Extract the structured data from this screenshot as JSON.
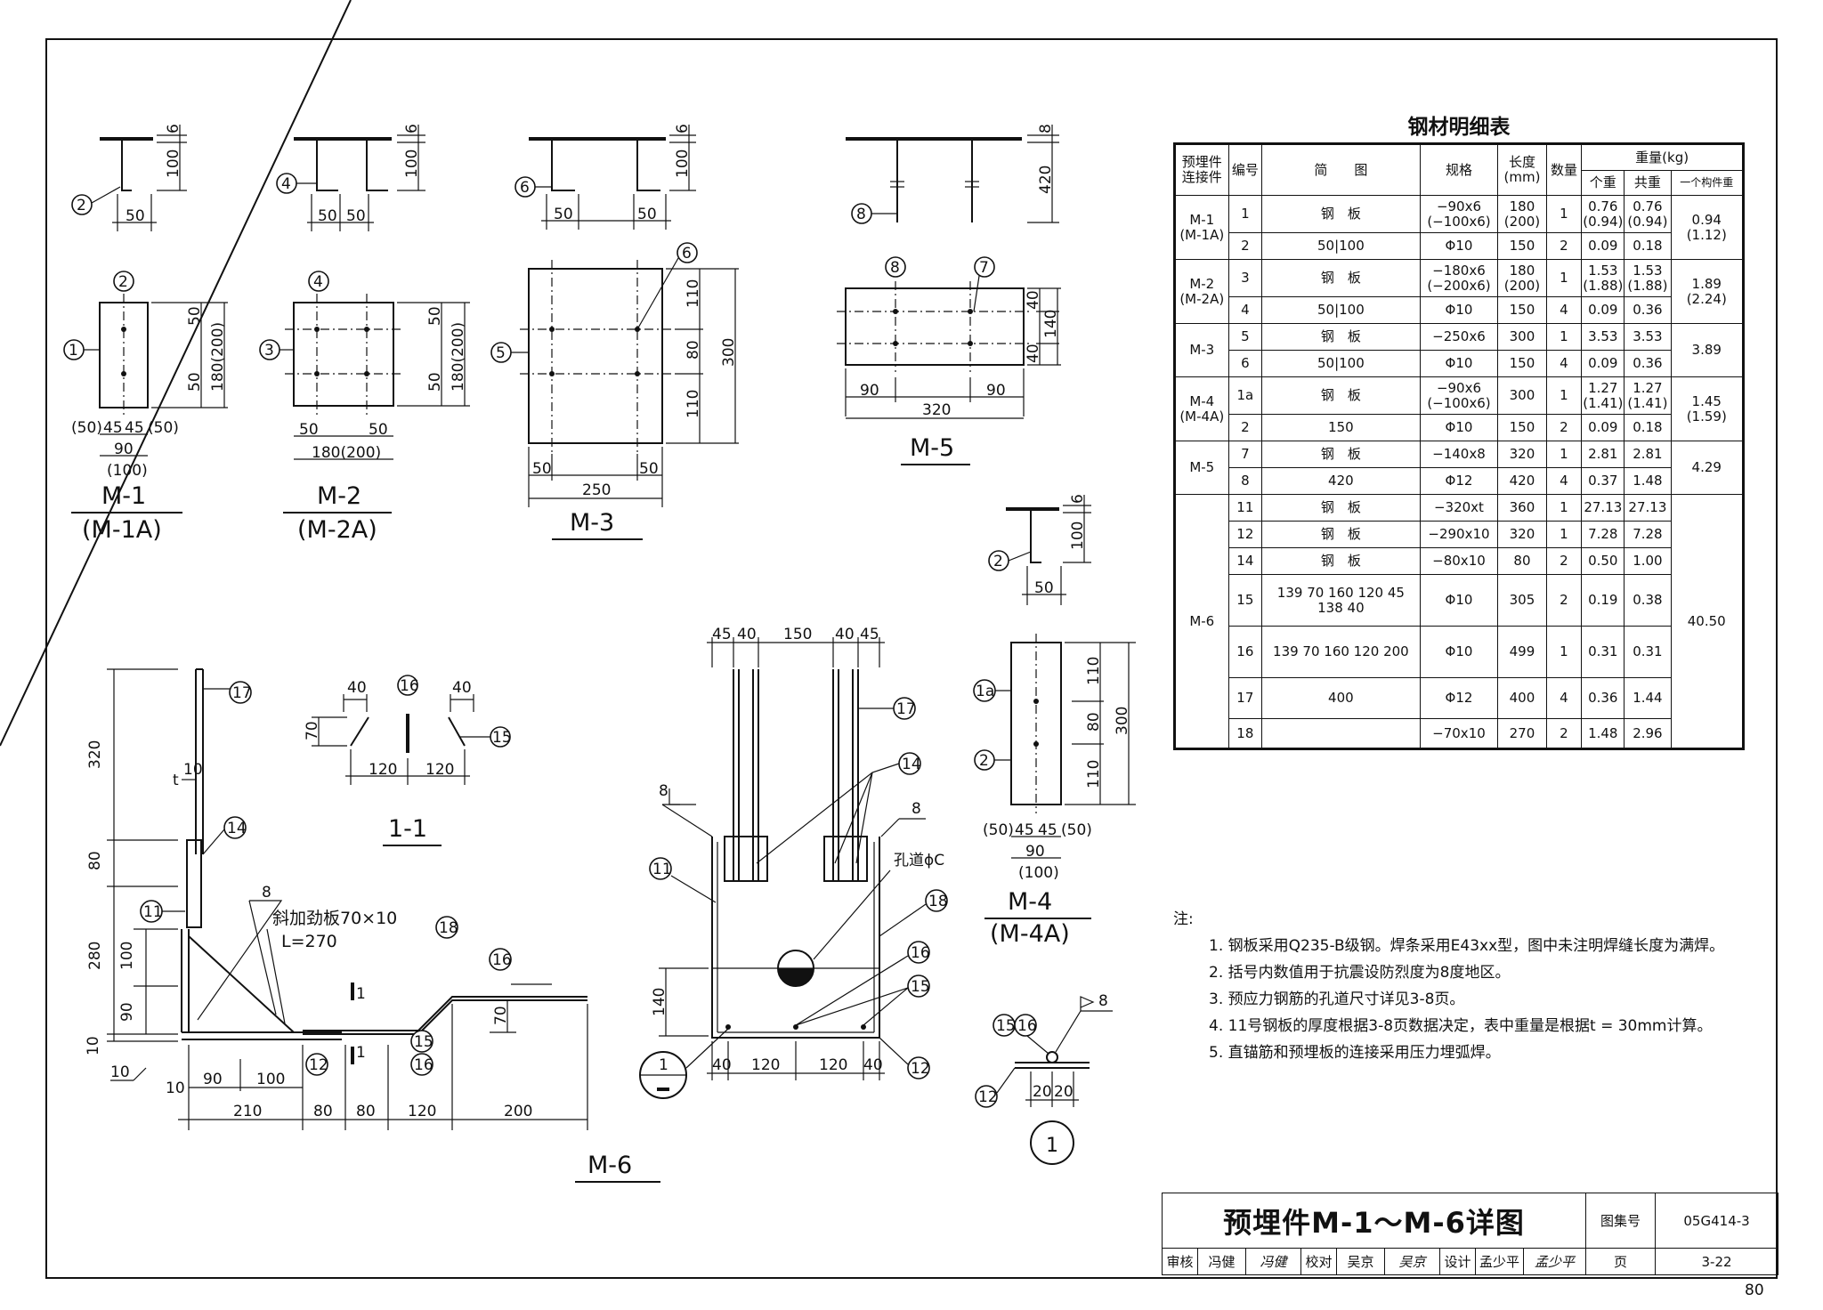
{
  "drawings": {
    "m1": {
      "name": "M-1",
      "alt": "(M-1A)",
      "dims": [
        "6",
        "100",
        "50",
        "50",
        "50",
        "180(200)",
        "(50)",
        "45",
        "45",
        "(50)",
        "90",
        "(100)"
      ]
    },
    "m2": {
      "name": "M-2",
      "alt": "(M-2A)",
      "dims": [
        "6",
        "100",
        "50",
        "50",
        "50",
        "50",
        "180(200)",
        "50",
        "50",
        "180(200)"
      ]
    },
    "m3": {
      "name": "M-3",
      "dims": [
        "6",
        "100",
        "50",
        "50",
        "110",
        "80",
        "110",
        "300",
        "50",
        "50",
        "250"
      ]
    },
    "m4": {
      "name": "M-4",
      "alt": "(M-4A)",
      "dims": [
        "6",
        "100",
        "50",
        "110",
        "80",
        "110",
        "300",
        "(50)",
        "45",
        "45",
        "(50)",
        "90",
        "(100)"
      ]
    },
    "m5": {
      "name": "M-5",
      "dims": [
        "8",
        "420",
        "40",
        "40",
        "140",
        "90",
        "90",
        "320"
      ]
    },
    "m6": {
      "name": "M-6",
      "dims": [
        "320",
        "80",
        "280",
        "100",
        "90",
        "10",
        "10",
        "10",
        "t",
        "8",
        "90",
        "100",
        "210",
        "80",
        "80",
        "120",
        "200",
        "70",
        "10",
        "45",
        "40",
        "150",
        "40",
        "45",
        "140",
        "40",
        "120",
        "120",
        "40",
        "8",
        "8"
      ],
      "annot_stiffener": "斜加劲板70×10",
      "annot_length": "L=270",
      "annot_hole": "孔道ϕC",
      "cut_mark": "1"
    },
    "section11": {
      "name": "1-1",
      "dims": [
        "40",
        "40",
        "70",
        "120",
        "120"
      ]
    },
    "detail1": {
      "name": "1",
      "dims": [
        "20",
        "20",
        "8"
      ]
    },
    "markers": [
      "1",
      "1a",
      "2",
      "3",
      "4",
      "5",
      "6",
      "7",
      "8",
      "11",
      "12",
      "14",
      "15",
      "16",
      "17",
      "18"
    ]
  },
  "table": {
    "title": "钢材明细表",
    "headers": {
      "part": "预埋件连接件",
      "no": "编号",
      "sketch": "简　　图",
      "spec": "规格",
      "length": "长度(mm)",
      "qty": "数量",
      "weight": "重量(kg)",
      "unit": "个重",
      "total": "共重",
      "member": "一个构件重"
    },
    "rows": [
      {
        "part": "M-1\n(M-1A)",
        "no": "1",
        "sketch": "钢　板",
        "spec": "−90x6\n(−100x6)",
        "length": "180\n(200)",
        "qty": "1",
        "unit": "0.76\n(0.94)",
        "total": "0.76\n(0.94)",
        "member": "0.94\n(1.12)"
      },
      {
        "part": "",
        "no": "2",
        "sketch": "50|100",
        "spec": "Φ10",
        "length": "150",
        "qty": "2",
        "unit": "0.09",
        "total": "0.18",
        "member": ""
      },
      {
        "part": "M-2\n(M-2A)",
        "no": "3",
        "sketch": "钢　板",
        "spec": "−180x6\n(−200x6)",
        "length": "180\n(200)",
        "qty": "1",
        "unit": "1.53\n(1.88)",
        "total": "1.53\n(1.88)",
        "member": "1.89\n(2.24)"
      },
      {
        "part": "",
        "no": "4",
        "sketch": "50|100",
        "spec": "Φ10",
        "length": "150",
        "qty": "4",
        "unit": "0.09",
        "total": "0.36",
        "member": ""
      },
      {
        "part": "M-3",
        "no": "5",
        "sketch": "钢　板",
        "spec": "−250x6",
        "length": "300",
        "qty": "1",
        "unit": "3.53",
        "total": "3.53",
        "member": "3.89"
      },
      {
        "part": "",
        "no": "6",
        "sketch": "50|100",
        "spec": "Φ10",
        "length": "150",
        "qty": "4",
        "unit": "0.09",
        "total": "0.36",
        "member": ""
      },
      {
        "part": "M-4\n(M-4A)",
        "no": "1a",
        "sketch": "钢　板",
        "spec": "−90x6\n(−100x6)",
        "length": "300",
        "qty": "1",
        "unit": "1.27\n(1.41)",
        "total": "1.27\n(1.41)",
        "member": "1.45\n(1.59)"
      },
      {
        "part": "",
        "no": "2",
        "sketch": "150",
        "spec": "Φ10",
        "length": "150",
        "qty": "2",
        "unit": "0.09",
        "total": "0.18",
        "member": ""
      },
      {
        "part": "M-5",
        "no": "7",
        "sketch": "钢　板",
        "spec": "−140x8",
        "length": "320",
        "qty": "1",
        "unit": "2.81",
        "total": "2.81",
        "member": "4.29"
      },
      {
        "part": "",
        "no": "8",
        "sketch": "420",
        "spec": "Φ12",
        "length": "420",
        "qty": "4",
        "unit": "0.37",
        "total": "1.48",
        "member": ""
      },
      {
        "part": "M-6",
        "no": "11",
        "sketch": "钢　板",
        "spec": "−320xt",
        "length": "360",
        "qty": "1",
        "unit": "27.13",
        "total": "27.13",
        "member": "40.50"
      },
      {
        "part": "",
        "no": "12",
        "sketch": "钢　板",
        "spec": "−290x10",
        "length": "320",
        "qty": "1",
        "unit": "7.28",
        "total": "7.28",
        "member": ""
      },
      {
        "part": "",
        "no": "14",
        "sketch": "钢　板",
        "spec": "−80x10",
        "length": "80",
        "qty": "2",
        "unit": "0.50",
        "total": "1.00",
        "member": ""
      },
      {
        "part": "",
        "no": "15",
        "sketch": "139 70 160 120 45 138 40",
        "spec": "Φ10",
        "length": "305",
        "qty": "2",
        "unit": "0.19",
        "total": "0.38",
        "member": ""
      },
      {
        "part": "",
        "no": "16",
        "sketch": "139 70 160 120 200",
        "spec": "Φ10",
        "length": "499",
        "qty": "1",
        "unit": "0.31",
        "total": "0.31",
        "member": ""
      },
      {
        "part": "",
        "no": "17",
        "sketch": "400",
        "spec": "Φ12",
        "length": "400",
        "qty": "4",
        "unit": "0.36",
        "total": "1.44",
        "member": ""
      },
      {
        "part": "",
        "no": "18",
        "sketch": "",
        "spec": "−70x10",
        "length": "270",
        "qty": "2",
        "unit": "1.48",
        "total": "2.96",
        "member": ""
      }
    ]
  },
  "notes": {
    "head": "注:",
    "items": [
      "1. 钢板采用Q235-B级钢。焊条采用E43xx型，图中未注明焊缝长度为满焊。",
      "2. 括号内数值用于抗震设防烈度为8度地区。",
      "3. 预应力钢筋的孔道尺寸详见3-8页。",
      "4. 11号钢板的厚度根据3-8页数据决定，表中重量是根据t = 30mm计算。",
      "5. 直锚筋和预埋板的连接采用压力埋弧焊。"
    ]
  },
  "title_block": {
    "title": "预埋件M-1～M-6详图",
    "atlas_label": "图集号",
    "atlas_no": "05G414-3",
    "review_label": "审核",
    "reviewer": "冯健",
    "review_sig": "冯健",
    "check_label": "校对",
    "checker": "吴京",
    "check_sig": "吴京",
    "design_label": "设计",
    "designer": "孟少平",
    "design_sig": "孟少平",
    "page_label": "页",
    "page": "3-22"
  },
  "page_number": "80"
}
